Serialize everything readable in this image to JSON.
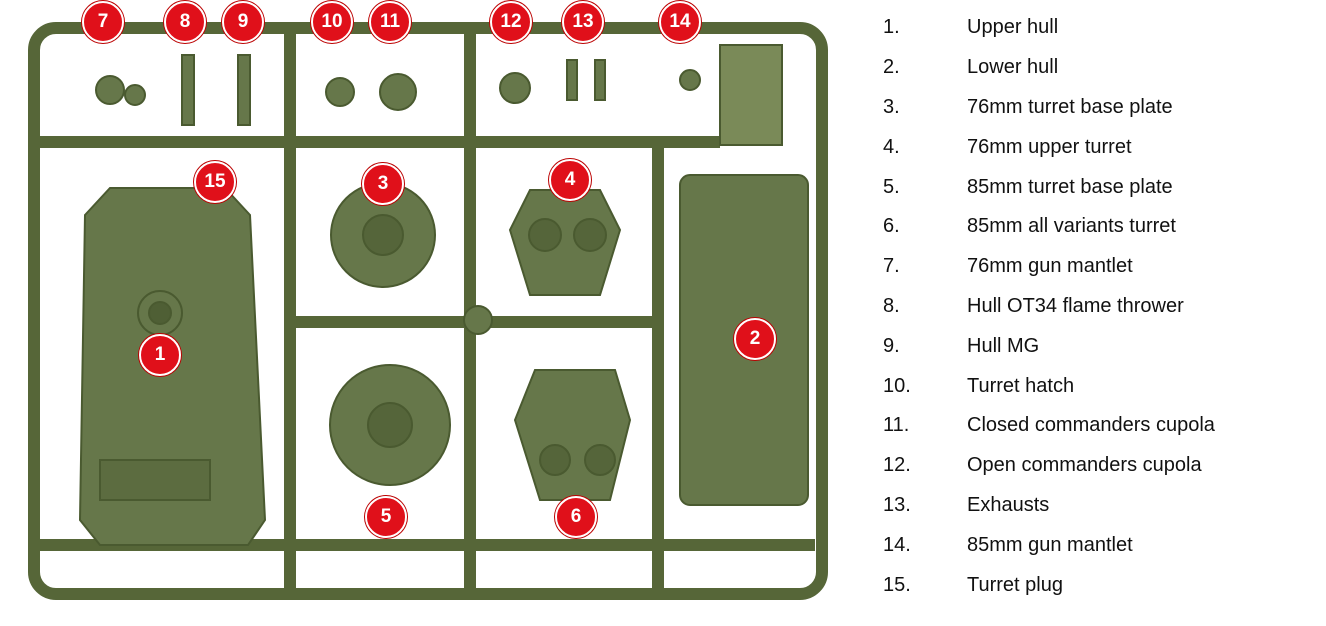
{
  "colors": {
    "plastic": "#5d6d40",
    "plastic_light": "#74844f",
    "badge": "#e0101a"
  },
  "badges": [
    {
      "n": "7"
    },
    {
      "n": "8"
    },
    {
      "n": "9"
    },
    {
      "n": "10"
    },
    {
      "n": "11"
    },
    {
      "n": "12"
    },
    {
      "n": "13"
    },
    {
      "n": "14"
    },
    {
      "n": "15"
    },
    {
      "n": "3"
    },
    {
      "n": "4"
    },
    {
      "n": "1"
    },
    {
      "n": "2"
    },
    {
      "n": "5"
    },
    {
      "n": "6"
    }
  ],
  "legend": [
    {
      "num": "1.",
      "label": "Upper hull"
    },
    {
      "num": "2.",
      "label": "Lower hull"
    },
    {
      "num": "3.",
      "label": "76mm turret base plate"
    },
    {
      "num": "4.",
      "label": "76mm upper turret"
    },
    {
      "num": "5.",
      "label": "85mm turret base plate"
    },
    {
      "num": "6.",
      "label": "85mm all variants turret"
    },
    {
      "num": "7.",
      "label": "76mm gun mantlet"
    },
    {
      "num": "8.",
      "label": "Hull OT34 flame thrower"
    },
    {
      "num": "9.",
      "label": "Hull MG"
    },
    {
      "num": "10.",
      "label": "Turret hatch"
    },
    {
      "num": "11.",
      "label": "Closed commanders cupola"
    },
    {
      "num": "12.",
      "label": "Open commanders cupola"
    },
    {
      "num": "13.",
      "label": "Exhausts"
    },
    {
      "num": "14.",
      "label": "85mm gun mantlet"
    },
    {
      "num": "15.",
      "label": "Turret plug"
    }
  ]
}
